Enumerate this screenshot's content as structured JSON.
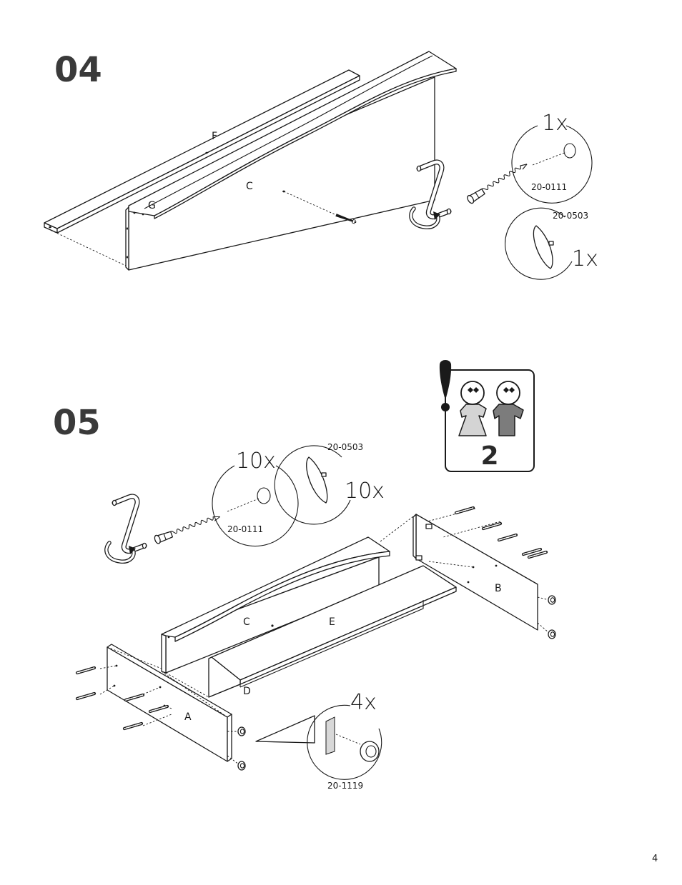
{
  "steps": {
    "s04": {
      "number": "04",
      "labels": {
        "F": "F",
        "C": "C",
        "G": "G"
      },
      "callout_screw": {
        "qty": "1x",
        "code": "20-0111"
      },
      "callout_cap": {
        "qty": "1x",
        "code": "20-0503"
      }
    },
    "s05": {
      "number": "05",
      "labels": {
        "A": "A",
        "B": "B",
        "C": "C",
        "D": "D",
        "E": "E"
      },
      "callout_screw": {
        "qty": "10x",
        "code": "20-0111"
      },
      "callout_cap": {
        "qty": "10x",
        "code": "20-0503"
      },
      "callout_knob": {
        "qty": "4x",
        "code": "20-1119"
      },
      "persons_badge": {
        "count": "2"
      }
    }
  },
  "page_number": "4"
}
